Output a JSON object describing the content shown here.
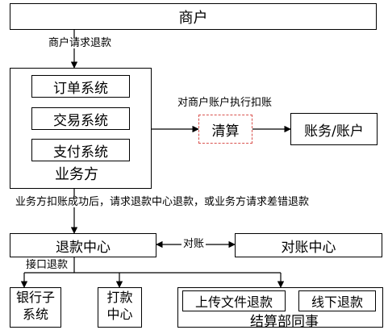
{
  "nodes": {
    "merchant": "商户",
    "order_system": "订单系统",
    "trade_system": "交易系统",
    "pay_system": "支付系统",
    "business": "业务方",
    "clearing": "清算",
    "account": "账务/账户",
    "refund_center": "退款中心",
    "reconcile_center": "对账中心",
    "bank_sub": "银行子系统",
    "payout_center": "打款中心",
    "upload_refund": "上传文件退款",
    "offline_refund": "线下退款",
    "settlement_dept": "结算部同事"
  },
  "edge_labels": {
    "merchant_request": "商户请求退款",
    "execute_debit": "对商户账户执行扣账",
    "after_debit": "业务方扣账成功后，请求退款中心退款，或业务方请求差错退款",
    "reconcile": "对账",
    "interface_refund": "接口退款"
  }
}
